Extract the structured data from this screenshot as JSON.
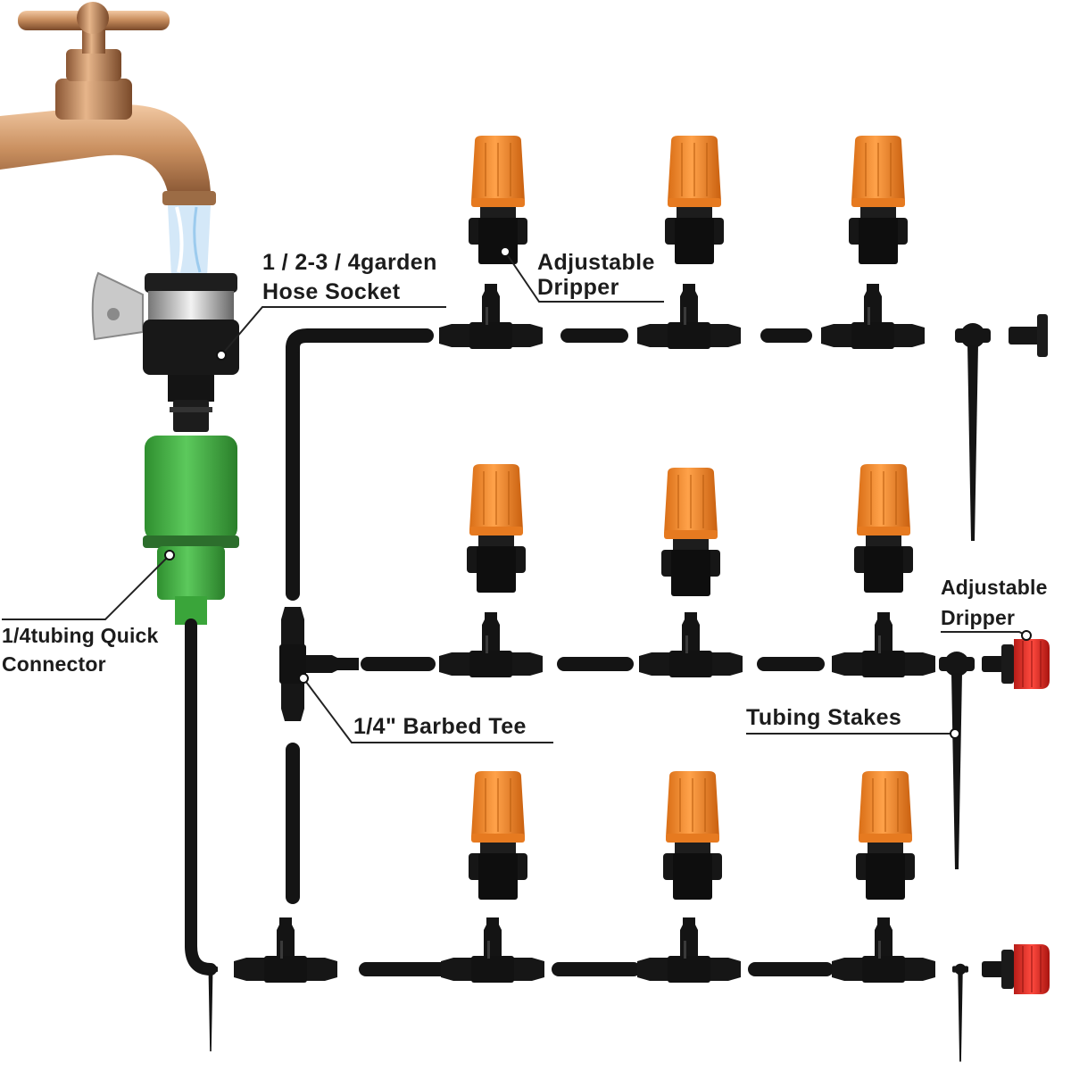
{
  "labels": {
    "hose_socket": {
      "line1": "1 / 2-3 / 4garden",
      "line2": "Hose Socket"
    },
    "dripper_top": {
      "line1": "Adjustable",
      "line2": "Dripper"
    },
    "dripper_right": {
      "line1": "Adjustable",
      "line2": "Dripper"
    },
    "quick_connector": {
      "line1": "1/4tubing Quick",
      "line2": "Connector"
    },
    "barbed_tee": {
      "text": "1/4\" Barbed Tee"
    },
    "tubing_stakes": {
      "text": "Tubing Stakes"
    }
  },
  "icons": {
    "faucet": "faucet-icon",
    "water": "water-stream-icon",
    "hose_socket": "hose-socket-icon",
    "quick_connector": "quick-connector-icon",
    "dripper": "adjustable-dripper-icon",
    "tee": "barbed-tee-icon",
    "stake": "tubing-stake-icon",
    "end_dripper": "red-end-dripper-icon"
  },
  "colors": {
    "dripper_cap": "#f08a2c",
    "dripper_body": "#151515",
    "connector_green": "#3fae3f",
    "faucet_brass": "#c98f5f",
    "end_dripper_red": "#e0302a",
    "tubing": "#141414"
  }
}
